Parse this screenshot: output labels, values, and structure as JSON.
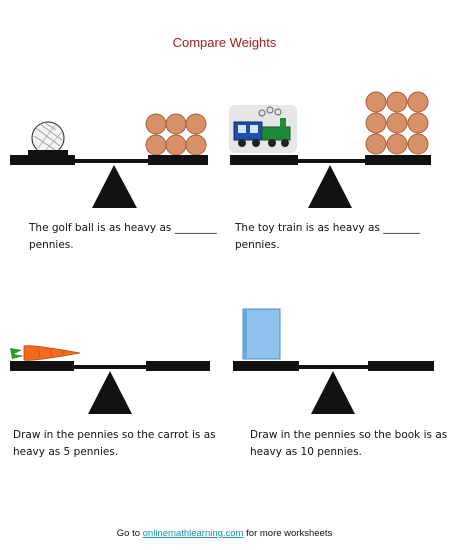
{
  "title": "Compare Weights",
  "problems": [
    {
      "line1": "The golf ball is as heavy as ________",
      "line2": "pennies.",
      "object": "golf ball",
      "pennies_shown": 6
    },
    {
      "line1": "The toy train is as heavy as _______",
      "line2": "pennies.",
      "object": "toy train",
      "pennies_shown": 9
    },
    {
      "line1": "Draw in the pennies so the carrot is as",
      "line2": "heavy as 5 pennies.",
      "object": "carrot",
      "pennies_shown": 0
    },
    {
      "line1": "Draw in the pennies so the book is as",
      "line2": "heavy as 10 pennies.",
      "object": "book",
      "pennies_shown": 0
    }
  ],
  "footer": {
    "prefix": "Go to ",
    "link": "onlinemathlearning.com",
    "suffix": " for more worksheets"
  },
  "colors": {
    "title": "#a11f1f",
    "beam": "#111111",
    "penny": "#d89068",
    "link": "#1a8fb5",
    "book": "#8fc3ee"
  }
}
